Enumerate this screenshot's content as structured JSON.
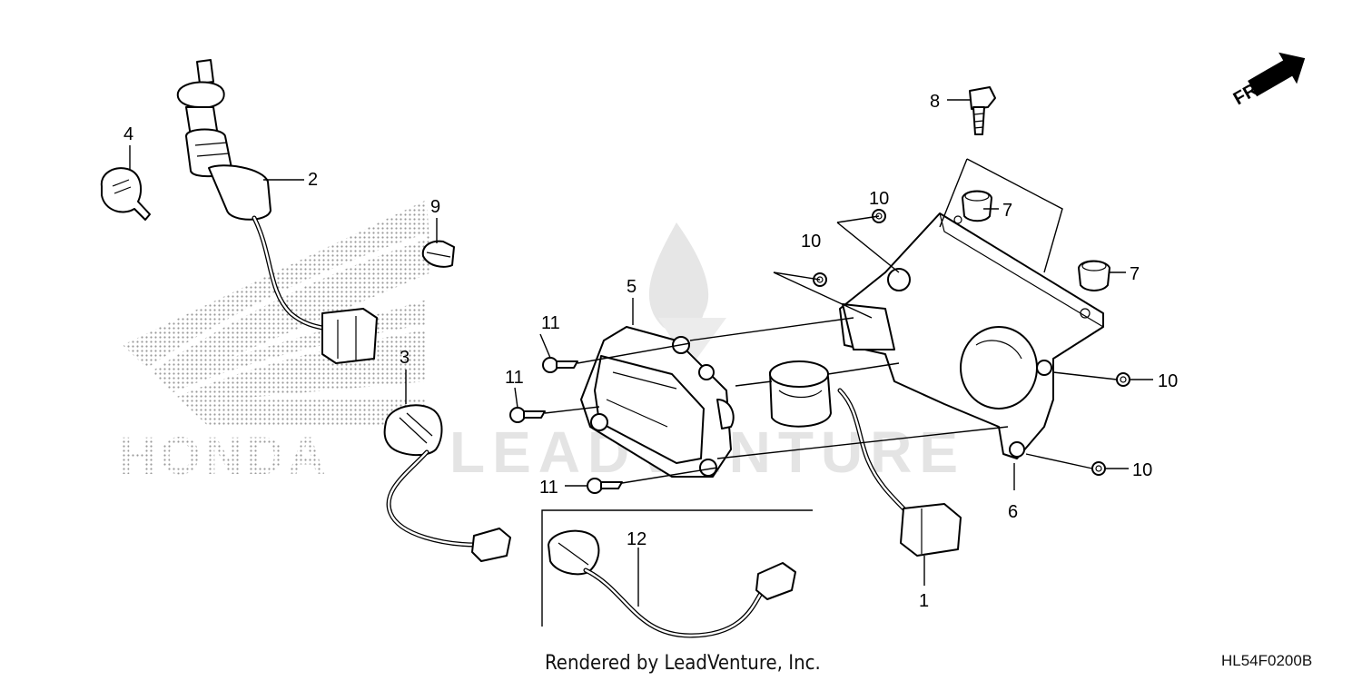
{
  "callouts": {
    "p1": "1",
    "p2": "2",
    "p3": "3",
    "p4": "4",
    "p5": "5",
    "p6": "6",
    "p7a": "7",
    "p7b": "7",
    "p8": "8",
    "p9": "9",
    "p10a": "10",
    "p10b": "10",
    "p10c": "10",
    "p10d": "10",
    "p11a": "11",
    "p11b": "11",
    "p11c": "11",
    "p12": "12"
  },
  "direction_label": "FR.",
  "watermarks": {
    "brand": "HONDA",
    "dealer": "LEADVENTURE"
  },
  "footer": {
    "credit": "Rendered by LeadVenture, Inc.",
    "diagram_code": "HL54F0200B"
  }
}
